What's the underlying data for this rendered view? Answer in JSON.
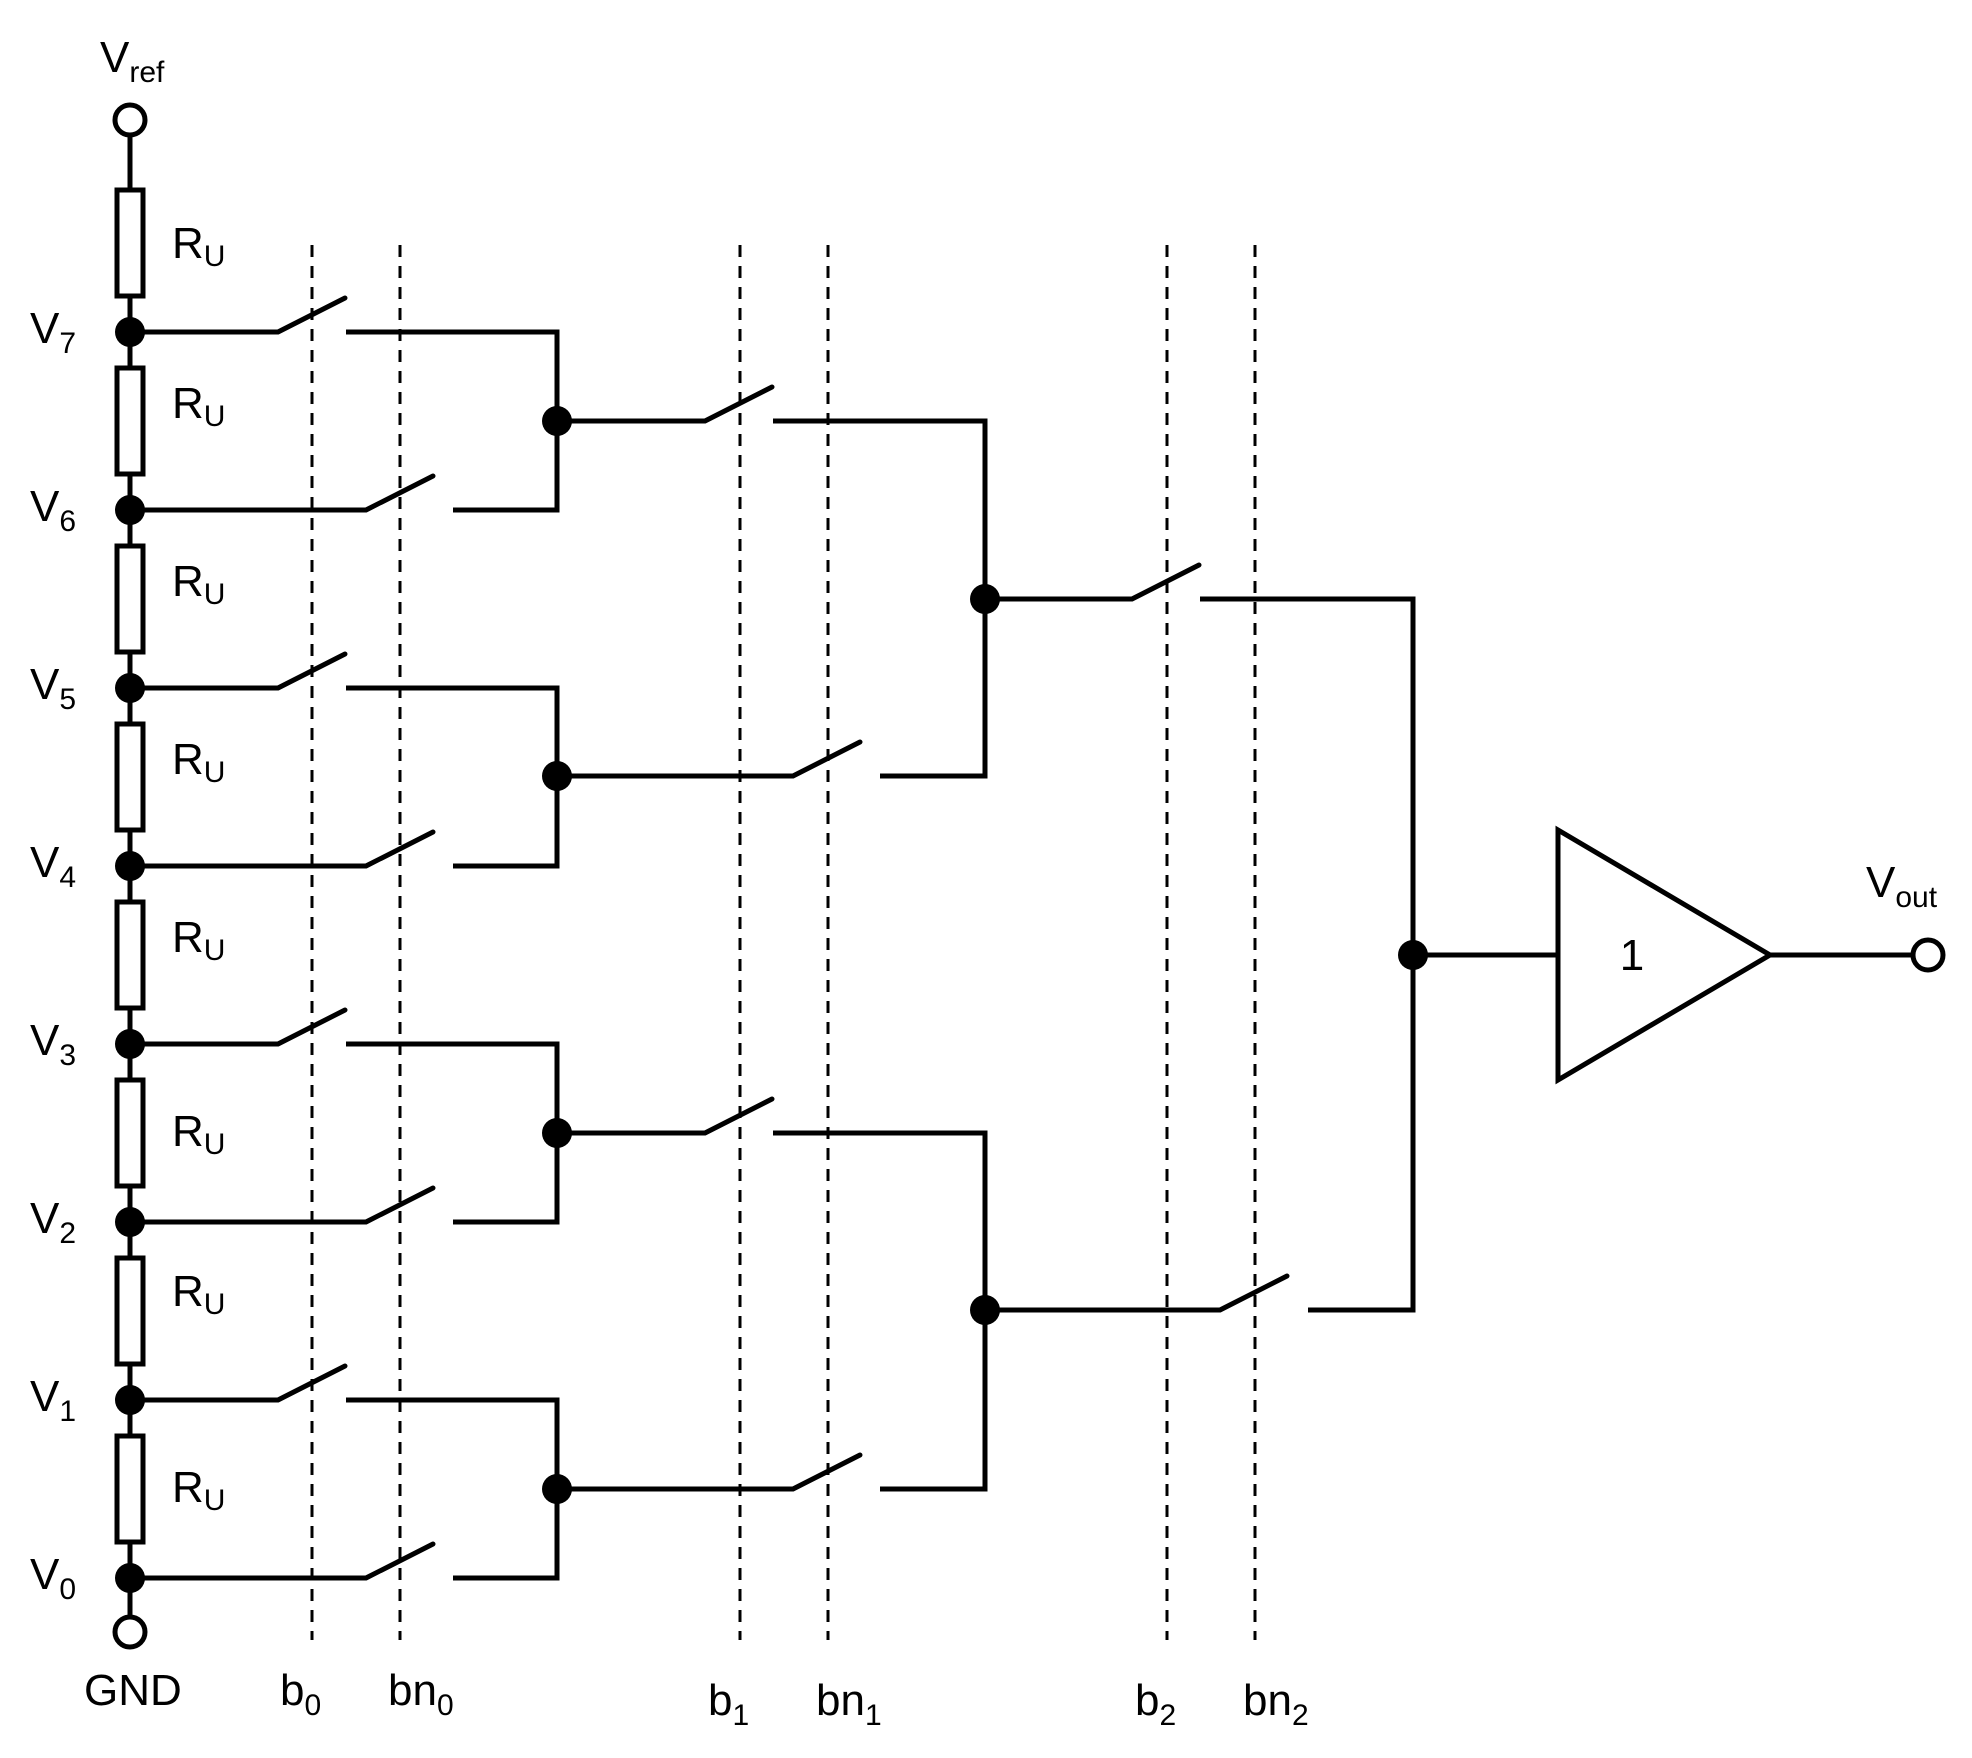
{
  "ladder": {
    "top_terminal": {
      "main": "V",
      "sub": "ref"
    },
    "bottom_terminal": "GND",
    "resistor_label": {
      "main": "R",
      "sub": "U"
    },
    "taps": [
      {
        "main": "V",
        "sub": "7"
      },
      {
        "main": "V",
        "sub": "6"
      },
      {
        "main": "V",
        "sub": "5"
      },
      {
        "main": "V",
        "sub": "4"
      },
      {
        "main": "V",
        "sub": "3"
      },
      {
        "main": "V",
        "sub": "2"
      },
      {
        "main": "V",
        "sub": "1"
      },
      {
        "main": "V",
        "sub": "0"
      }
    ]
  },
  "controls": [
    {
      "main": "b",
      "sub": "0"
    },
    {
      "main": "bn",
      "sub": "0"
    },
    {
      "main": "b",
      "sub": "1"
    },
    {
      "main": "bn",
      "sub": "1"
    },
    {
      "main": "b",
      "sub": "2"
    },
    {
      "main": "bn",
      "sub": "2"
    }
  ],
  "buffer": {
    "gain": "1"
  },
  "output": {
    "main": "V",
    "sub": "out"
  }
}
